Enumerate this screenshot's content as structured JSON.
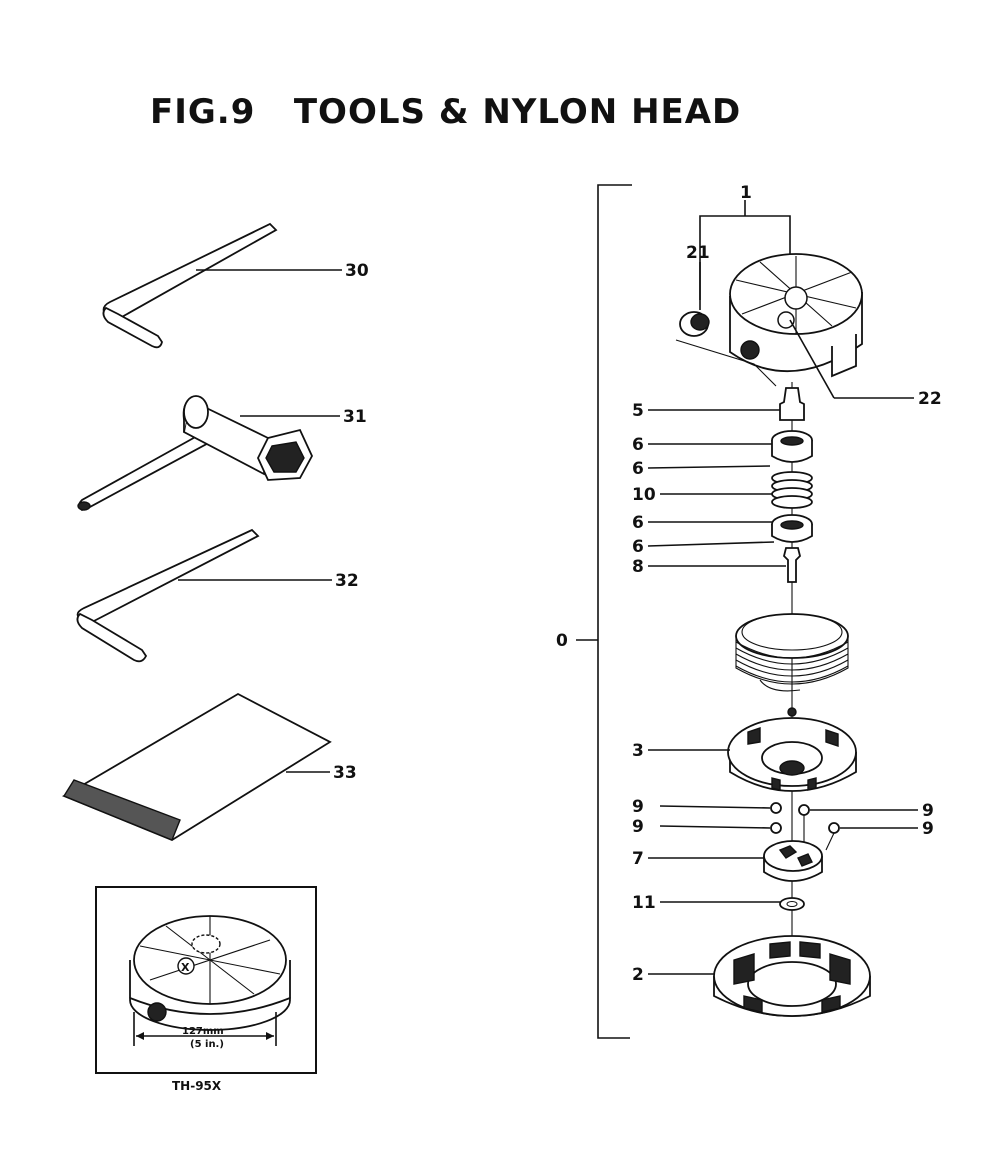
{
  "title": "FIG.9   TOOLS & NYLON HEAD",
  "labels": {
    "p0": "0",
    "p1": "1",
    "p21": "21",
    "p22": "22",
    "p5": "5",
    "p6a": "6",
    "p6b": "6",
    "p10": "10",
    "p6c": "6",
    "p6d": "6",
    "p8": "8",
    "p3": "3",
    "p9a": "9",
    "p9b": "9",
    "p9c": "9",
    "p9d": "9",
    "p7": "7",
    "p11": "11",
    "p2": "2",
    "p30": "30",
    "p31": "31",
    "p32": "32",
    "p33": "33"
  },
  "inset": {
    "dimension_mm": "127mm",
    "dimension_in": "(5 in.)",
    "model": "TH-95X",
    "marker": "X"
  }
}
